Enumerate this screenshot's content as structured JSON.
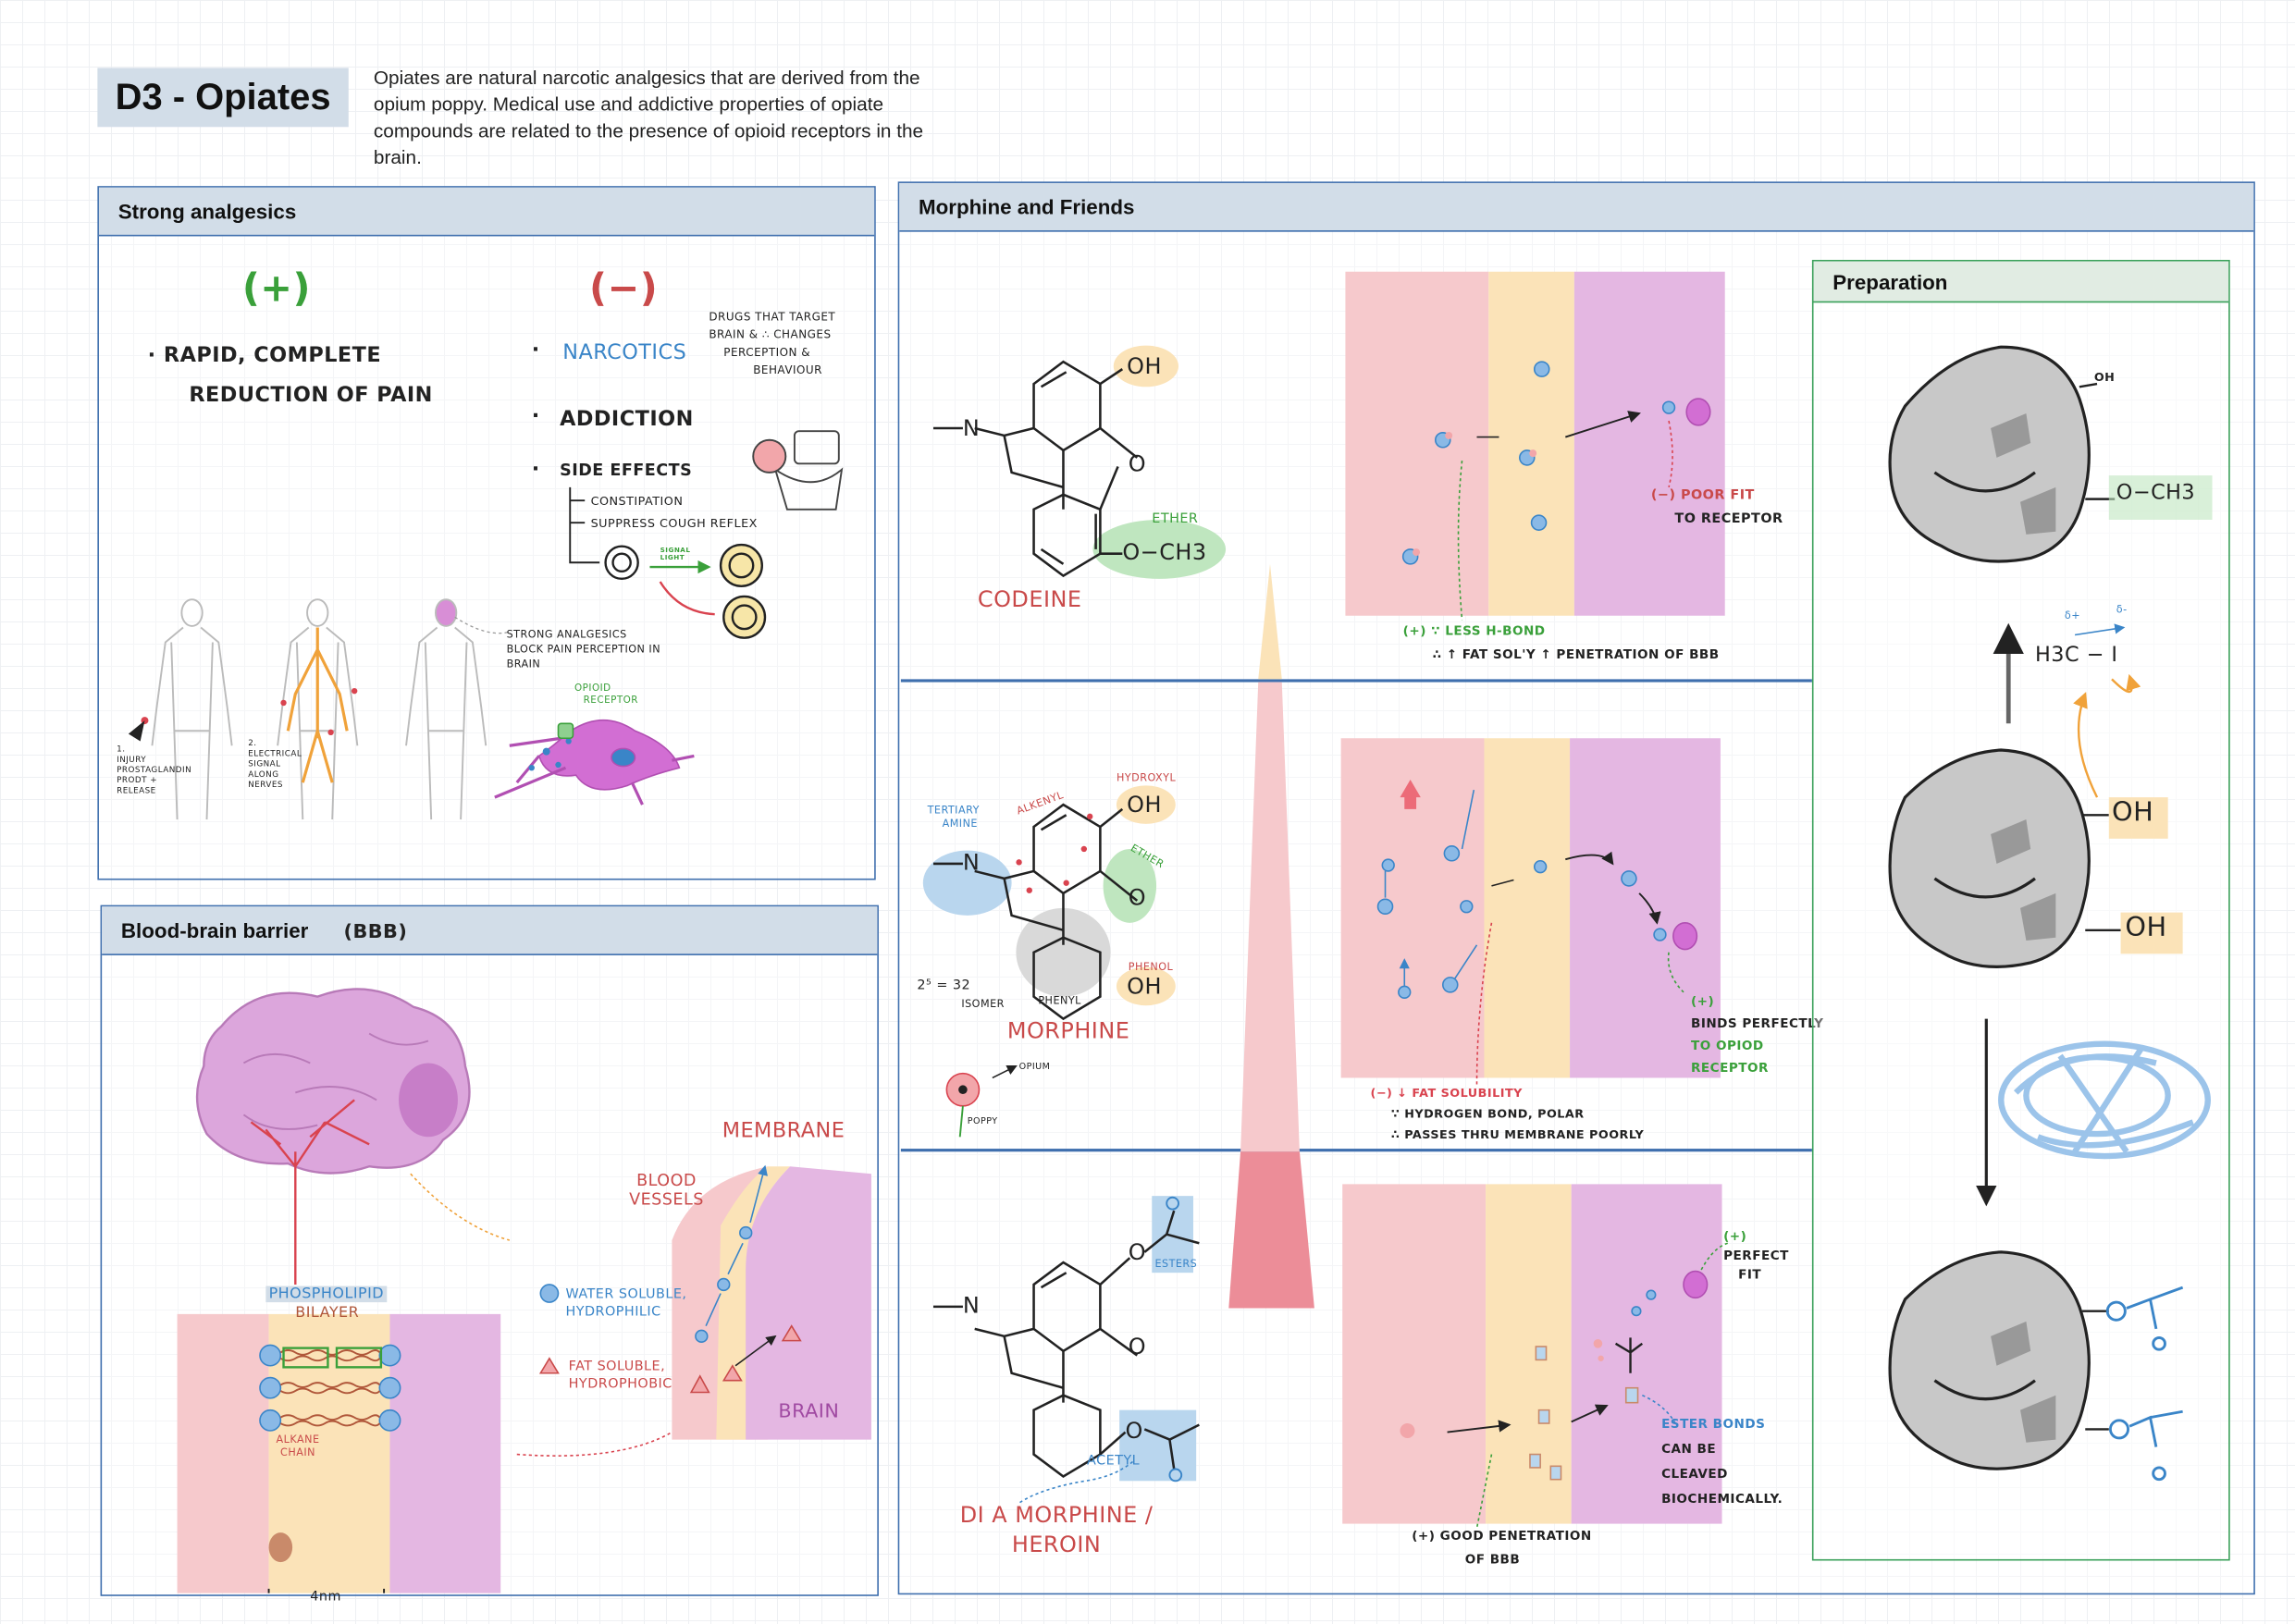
{
  "header": {
    "title": "D3 - Opiates",
    "intro": "Opiates are natural narcotic analgesics that are derived from the opium poppy.  Medical use and addictive properties of opiate compounds are related to the presence of opioid receptors in the brain."
  },
  "strong": {
    "title": "Strong analgesics",
    "plus": "(+)",
    "minus": "(−)",
    "pros1": "· RAPID, COMPLETE",
    "pros2": "REDUCTION OF PAIN",
    "narcotics": "NARCOTICS",
    "drugs_note": [
      "DRUGS THAT TARGET",
      "BRAIN & ∴ CHANGES",
      "PERCEPTION &",
      "BEHAVIOUR"
    ],
    "addiction": "ADDICTION",
    "side_effects": "SIDE EFFECTS",
    "constipation": "CONSTIPATION",
    "cough": "SUPPRESS COUGH REFLEX",
    "signal": "SIGNAL LIGHT",
    "body_labels": {
      "injury": [
        "1.",
        "INJURY",
        "PROSTAGLANDIN",
        "PRODT +",
        "RELEASE"
      ],
      "signal": [
        "2.",
        "ELECTRICAL",
        "SIGNAL",
        "ALONG",
        "NERVES"
      ],
      "block": [
        "STRONG ANALGESICS",
        "BLOCK PAIN PERCEPTION IN",
        "BRAIN"
      ],
      "receptor": [
        "OPIOID",
        "RECEPTOR"
      ]
    }
  },
  "bbb": {
    "title": "Blood-brain barrier",
    "abbr": "(BBB)",
    "phospholipid": "PHOSPHOLIPID",
    "bilayer": "BILAYER",
    "alkane": [
      "ALKANE",
      "CHAIN"
    ],
    "water": [
      "WATER SOLUBLE,",
      "HYDROPHILIC"
    ],
    "fat": [
      "FAT SOLUBLE,",
      "HYDROPHOBIC"
    ],
    "blood": [
      "BLOOD",
      "VESSELS"
    ],
    "membrane": "MEMBRANE",
    "brain": "BRAIN",
    "scale": "4nm"
  },
  "morphine": {
    "title": "Morphine and Friends",
    "oh": "OH",
    "och3": "O−CH3",
    "codeine": "CODEINE",
    "ether": "ETHER",
    "codeine_minus": [
      "(−) POOR FIT",
      "TO RECEPTOR"
    ],
    "codeine_plus": [
      "(+) ∵ LESS  H-BOND",
      "∴ ↑ FAT SOL'Y  ↑ PENETRATION OF BBB"
    ],
    "morph_labels": {
      "tertiary": [
        "TERTIARY",
        "AMINE"
      ],
      "alkenyl": "ALKENYL",
      "hydroxyl": "HYDROXYL",
      "ether": "ETHER",
      "phenol": "PHENOL",
      "phenyl": "PHENYL",
      "isomer": [
        "2⁵ = 32",
        "ISOMER"
      ]
    },
    "morphine_name": "MORPHINE",
    "opium": "OPIUM",
    "poppy": "POPPY",
    "morph_plus": [
      "(+)",
      "BINDS PERFECTLY",
      "TO OPIOD",
      "RECEPTOR"
    ],
    "morph_minus": [
      "(−) ↓ FAT SOLUBILITY",
      "∵ HYDROGEN BOND, POLAR",
      "∴ PASSES THRU MEMBRANE POORLY"
    ],
    "esters": "ESTERS",
    "acetyl": "ACETYL",
    "diamorphine": [
      "DI A MORPHINE /",
      "HEROIN"
    ],
    "heroin_plus": [
      "(+)",
      "PERFECT",
      "FIT"
    ],
    "ester_note": [
      "ESTER BONDS",
      "CAN BE",
      "CLEAVED",
      "BIOCHEMICALLY."
    ],
    "heroin_good": [
      "(+) GOOD PENETRATION",
      "OF BBB"
    ]
  },
  "prep": {
    "title": "Preparation",
    "oh_small": "OH",
    "och3": "O−CH3",
    "ch3i": "H3C − I",
    "oh": "OH",
    "d_plus": "δ+",
    "d_minus": "δ-"
  },
  "colors": {
    "panel_border": "#3f6fae",
    "header_fill": "#d2dde8",
    "prep_border": "#3aa05a",
    "blood_pink": "#f6c9cc",
    "membrane_orange": "#fbe3b8",
    "brain_purple": "#e4b7e2",
    "plus_green": "#3aa03a",
    "minus_red": "#d9434f",
    "note_blue": "#3a85c8"
  }
}
